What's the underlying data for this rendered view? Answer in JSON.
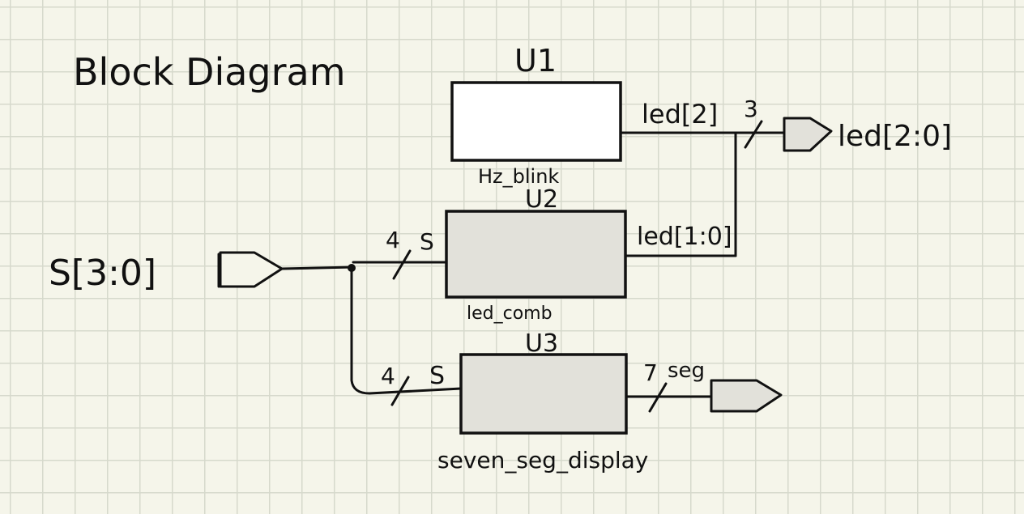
{
  "title": "Block Diagram",
  "blocks": {
    "u1": {
      "instance": "U1",
      "module": "Hz_blink"
    },
    "u2": {
      "instance": "U2",
      "module": "led_comb"
    },
    "u3": {
      "instance": "U3",
      "module": "seven_seg_display"
    }
  },
  "signals": {
    "input_s": "S[3:0]",
    "led_out": "led[2:0]",
    "u1_out": "led[2]",
    "u2_out": "led[1:0]",
    "bus_led_width": "3",
    "bus_s_to_u2_width": "4",
    "bus_s_to_u2_name": "S",
    "bus_s_to_u3_width": "4",
    "bus_s_to_u3_name": "S",
    "bus_seg_width": "7",
    "bus_seg_name": "seg"
  },
  "colors": {
    "ink": "#111111",
    "paper": "#f5f5ea",
    "grid": "#d6d9cc",
    "block_fill": "#e2e1da"
  }
}
